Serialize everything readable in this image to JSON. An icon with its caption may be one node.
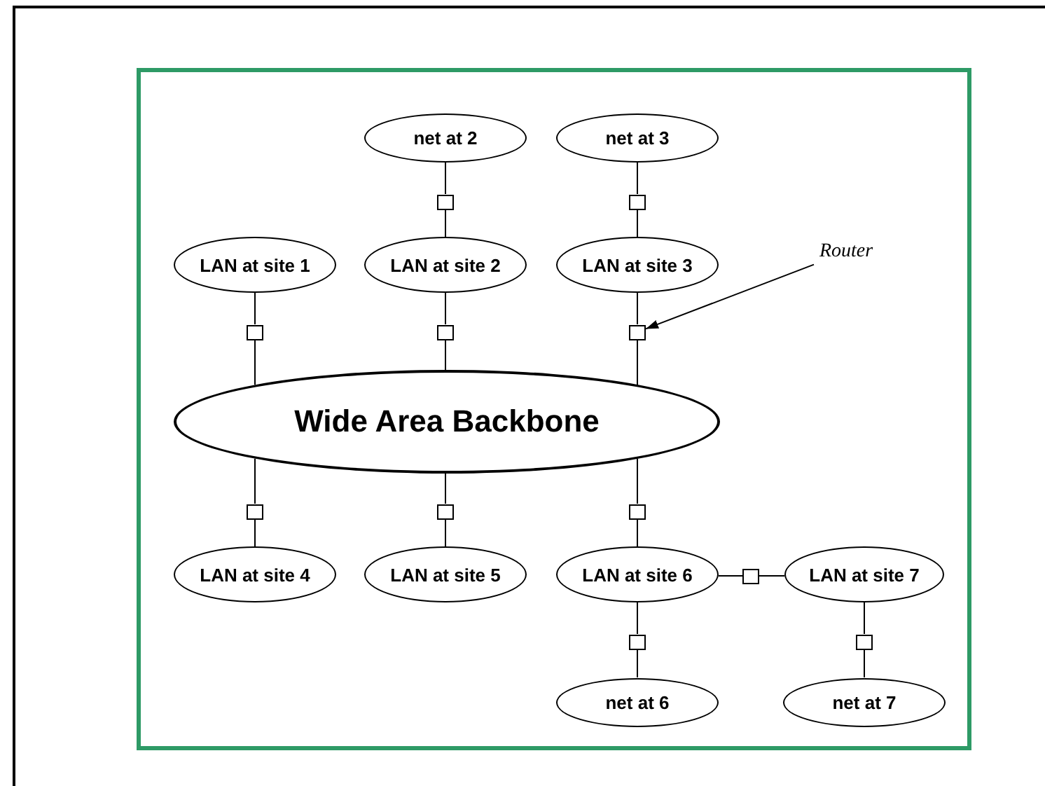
{
  "diagram": {
    "nodes": [
      {
        "text": [
          "net at 2"
        ]
      },
      {
        "text": [
          "net at 3"
        ]
      },
      {
        "text": [],
        "shape": "box"
      },
      {
        "text": [],
        "shape": "box"
      },
      {
        "text": [
          "Router"
        ]
      },
      {
        "text": [
          "LAN at site 1"
        ]
      },
      {
        "text": [
          "LAN at site 2"
        ]
      },
      {
        "text": [
          "LAN at site 3"
        ]
      },
      {
        "text": [],
        "shape": "box"
      },
      {
        "text": [],
        "shape": "box"
      },
      {
        "text": [],
        "shape": "box"
      },
      {
        "text": [
          "Wide Area Backbone"
        ]
      },
      {
        "text": [],
        "shape": "box"
      },
      {
        "text": [],
        "shape": "box"
      },
      {
        "text": [],
        "shape": "box"
      },
      {
        "text": [
          "LAN at site 4"
        ]
      },
      {
        "text": [
          "LAN at site 5"
        ]
      },
      {
        "text": [
          "LAN at site 6"
        ]
      },
      {
        "text": [],
        "shape": "box"
      },
      {
        "text": [
          "LAN at site 7"
        ]
      },
      {
        "text": [],
        "shape": "box"
      },
      {
        "text": [],
        "shape": "box"
      },
      {
        "text": [
          "net at 6"
        ]
      },
      {
        "text": [
          "net at 7"
        ]
      }
    ],
    "edges": [
      {
        "from": 0,
        "to": 2,
        "arrow": "none"
      },
      {
        "from": 2,
        "to": 6,
        "arrow": "none"
      },
      {
        "from": 1,
        "to": 3,
        "arrow": "none"
      },
      {
        "from": 3,
        "to": 7,
        "arrow": "none"
      },
      {
        "from": 5,
        "to": 8,
        "arrow": "none"
      },
      {
        "from": 8,
        "to": 11,
        "arrow": "none"
      },
      {
        "from": 6,
        "to": 9,
        "arrow": "none"
      },
      {
        "from": 9,
        "to": 11,
        "arrow": "none"
      },
      {
        "from": 7,
        "to": 10,
        "arrow": "none"
      },
      {
        "from": 10,
        "to": 11,
        "arrow": "none"
      },
      {
        "from": 4,
        "to": 10,
        "arrow": "to"
      },
      {
        "from": 11,
        "to": 12,
        "arrow": "none"
      },
      {
        "from": 12,
        "to": 15,
        "arrow": "none"
      },
      {
        "from": 11,
        "to": 13,
        "arrow": "none"
      },
      {
        "from": 13,
        "to": 16,
        "arrow": "none"
      },
      {
        "from": 11,
        "to": 14,
        "arrow": "none"
      },
      {
        "from": 14,
        "to": 17,
        "arrow": "none"
      },
      {
        "from": 17,
        "to": 18,
        "arrow": "none"
      },
      {
        "from": 18,
        "to": 19,
        "arrow": "none"
      },
      {
        "from": 17,
        "to": 20,
        "arrow": "none"
      },
      {
        "from": 20,
        "to": 22,
        "arrow": "none"
      },
      {
        "from": 19,
        "to": 21,
        "arrow": "none"
      },
      {
        "from": 21,
        "to": 23,
        "arrow": "none"
      }
    ]
  }
}
